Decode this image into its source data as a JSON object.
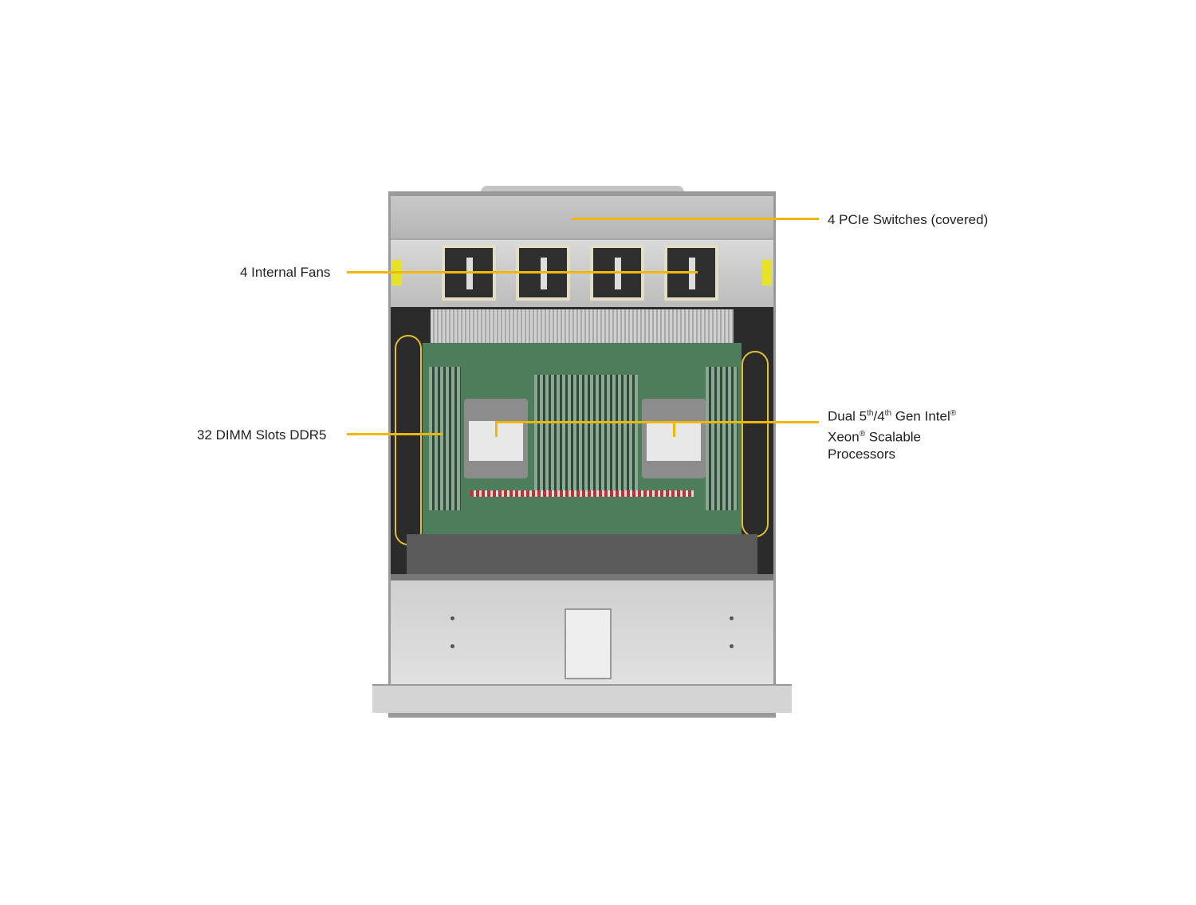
{
  "callouts": {
    "pcie_switches": "4 PCIe Switches (covered)",
    "internal_fans": "4 Internal Fans",
    "dimm_slots": "32 DIMM Slots DDR5",
    "processors": {
      "line1_a": "Dual 5",
      "line1_sup1": "th",
      "line1_b": "/4",
      "line1_sup2": "th",
      "line1_c": " Gen Intel",
      "reg": "®",
      "line2_a": "Xeon",
      "line2_b": " Scalable",
      "line3": "Processors"
    }
  },
  "colors": {
    "leader_line": "#f2b705",
    "text": "#222222"
  }
}
